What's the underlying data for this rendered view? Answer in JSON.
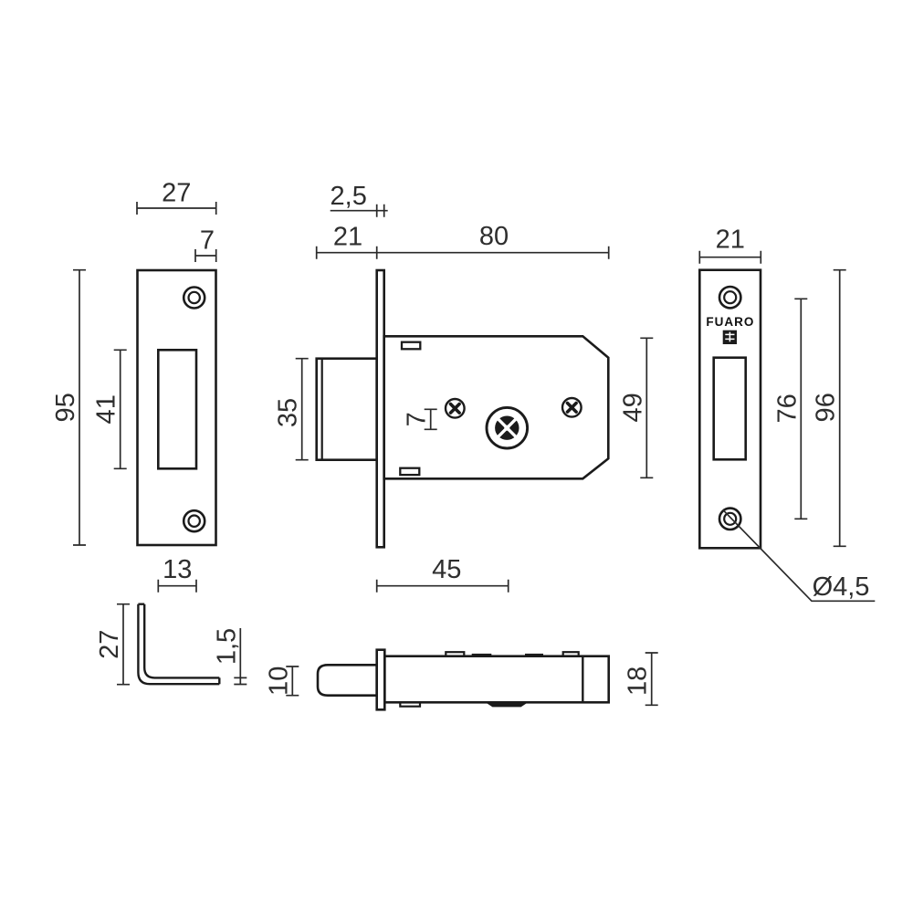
{
  "meta": {
    "drawing_type": "technical dimension drawing",
    "subject": "mortise deadbolt lock set (lock body, faceplate, strike plate, angle bracket)"
  },
  "colors": {
    "background": "#ffffff",
    "outline": "#1b1b1b",
    "dimension": "#2a2a2a",
    "text": "#2e2e2e"
  },
  "brand": {
    "name": "FUARO"
  },
  "dims": {
    "strike_width": "27",
    "strike_hole_offset": "7",
    "strike_height": "95",
    "strike_cutout_height": "41",
    "strike_cutout_width": "13",
    "bracket_leg": "27",
    "bracket_thickness": "1,5",
    "lock_plate_thickness": "2,5",
    "lock_backset": "21",
    "lock_length": "80",
    "bolt_height": "35",
    "screw_offset": "7",
    "body_height": "49",
    "bolt_depth": "45",
    "face_width": "21",
    "face_hole_spacing": "76",
    "face_height": "96",
    "face_hole_diameter": "Ø4,5",
    "side_bolt_thickness": "10",
    "side_body_thickness": "18"
  }
}
